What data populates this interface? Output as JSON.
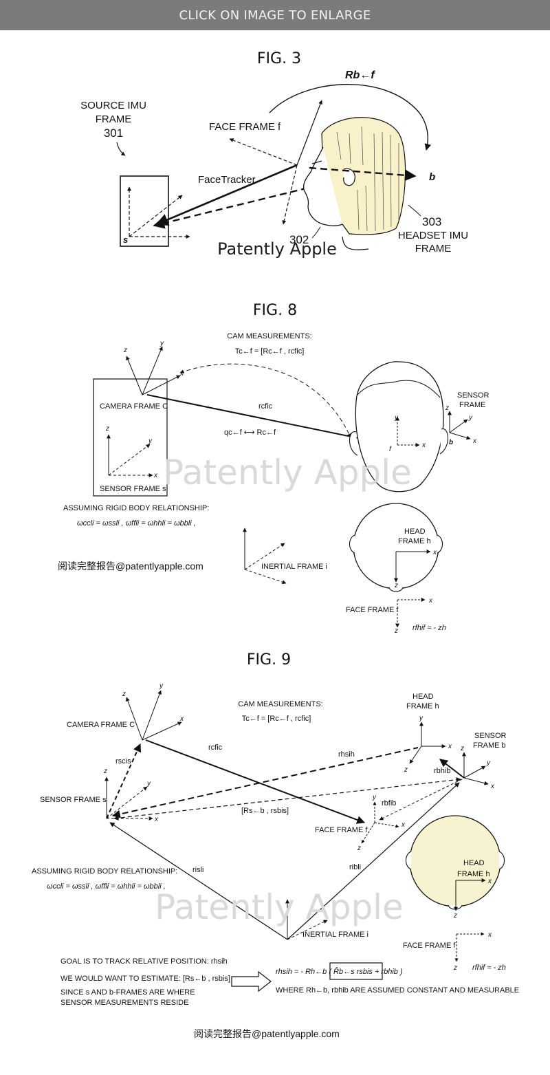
{
  "header": {
    "banner": "CLICK ON IMAGE TO ENLARGE"
  },
  "fig3": {
    "title": "FIG. 3",
    "source_imu_line1": "SOURCE IMU",
    "source_imu_line2": "FRAME",
    "source_num": "301",
    "s_label": "s",
    "face_frame": "FACE FRAME f",
    "facetracker": "FaceTracker",
    "rotation_label": "Rb←f",
    "b_label": "b",
    "num_302": "302",
    "num_303": "303",
    "headset_line1": "HEADSET IMU",
    "headset_line2": "FRAME",
    "watermark": "Patently Apple"
  },
  "fig8": {
    "title": "FIG. 8",
    "cam_measurements": "CAM MEASUREMENTS:",
    "cam_eq": "Tc←f = [Rc←f , rcfic]",
    "camera_frame": "CAMERA FRAME C",
    "sensor_frame_s": "SENSOR FRAME s",
    "r_cfic": "rcfic",
    "q_eq": "qc←f ⟷ Rc←f",
    "sensor_frame_line1": "SENSOR",
    "sensor_frame_line2": "FRAME",
    "assuming": "ASSUMING RIGID BODY RELATIONSHIP:",
    "omega_eq": "ωccli = ωssli , ωffli = ωhhli = ωbbli ,",
    "inertial": "INERTIAL FRAME i",
    "head_line1": "HEAD",
    "head_line2": "FRAME h",
    "face_frame": "FACE FRAME f",
    "r_hif": "rfhif ≈ - zh",
    "watermark": "Patently Apple",
    "report_link": "阅读完整报告@patentlyapple.com"
  },
  "fig9": {
    "title": "FIG. 9",
    "camera_frame": "CAMERA FRAME C",
    "cam_measurements": "CAM MEASUREMENTS:",
    "cam_eq": "Tc←f = [Rc←f , rcfic]",
    "head_line1": "HEAD",
    "head_line2": "FRAME h",
    "sensor_b_line1": "SENSOR",
    "sensor_b_line2": "FRAME b",
    "r_cfic": "rcfic",
    "r_scis": "rscis",
    "r_hsih": "rhsih",
    "r_bhib": "rbhib",
    "sensor_frame_s": "SENSOR FRAME s",
    "rs_eq": "[Rs←b , rsbis]",
    "r_bfib": "rbfib",
    "face_frame": "FACE FRAME f",
    "assuming": "ASSUMING RIGID BODY RELATIONSHIP:",
    "omega_eq": "ωccli = ωssli , ωffli = ωhhli = ωbbli ,",
    "r_isli": "risli",
    "r_ibli": "ribli",
    "head2_line1": "HEAD",
    "head2_line2": "FRAME h",
    "inertial": "INERTIAL FRAME i",
    "face_frame2": "FACE FRAME f",
    "r_hif": "rfhif ≈ - zh",
    "goal": "GOAL IS TO TRACK RELATIVE POSITION: rhsih",
    "estimate": "WE WOULD WANT TO ESTIMATE: [Rs←b , rsbis]",
    "since1": "SINCE s AND b-FRAMES ARE WHERE",
    "since2": "SENSOR MEASUREMENTS RESIDE",
    "main_eq": "rhsih = - Rh←b ( R̂b←s rsbis + rbhib )",
    "where": "WHERE Rh←b, rbhib ARE ASSUMED CONSTANT AND MEASURABLE",
    "watermark": "Patently Apple",
    "report_link": "阅读完整报告@patentlyapple.com"
  },
  "colors": {
    "banner": "#7b7b7b",
    "hair_fill": "#f8f1c9",
    "head_fill": "#f7f2cf"
  }
}
